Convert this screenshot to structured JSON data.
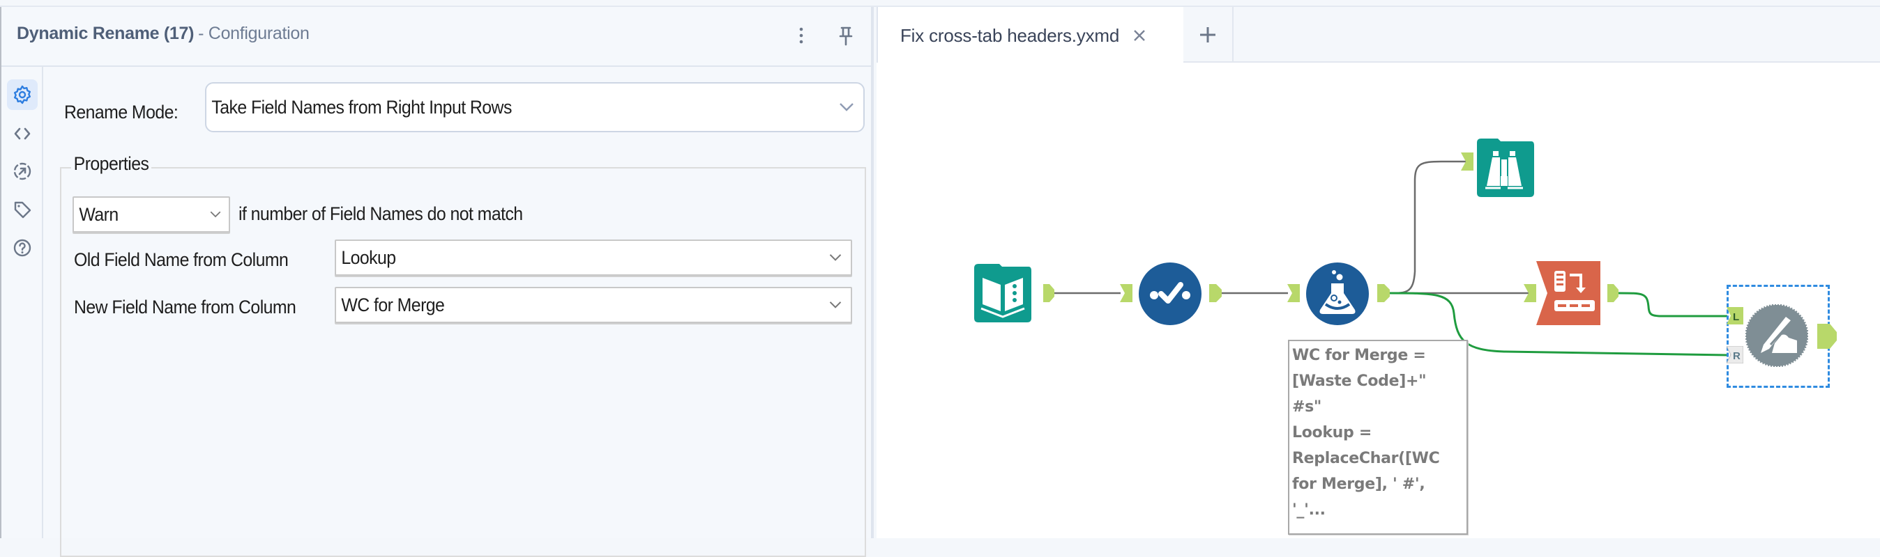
{
  "config_panel": {
    "tool_name": "Dynamic Rename (17)",
    "subtitle": "- Configuration",
    "header_actions": [
      {
        "name": "more-options",
        "icon": "kebab-vertical-icon"
      },
      {
        "name": "pin",
        "icon": "pin-icon"
      }
    ],
    "side_rail": [
      {
        "name": "configuration",
        "icon": "gear-icon",
        "active": true
      },
      {
        "name": "xml-view",
        "icon": "code-brackets-icon",
        "active": false
      },
      {
        "name": "output-connections",
        "icon": "arrow-circle-icon",
        "active": false
      },
      {
        "name": "annotation",
        "icon": "tag-icon",
        "active": false
      },
      {
        "name": "help",
        "icon": "question-circle-icon",
        "active": false
      }
    ],
    "rename_mode": {
      "label": "Rename Mode:",
      "value": "Take Field Names from Right Input Rows"
    },
    "properties": {
      "legend": "Properties",
      "mismatch_action": {
        "value": "Warn",
        "suffix_label": "if number of Field Names do not match"
      },
      "old_field": {
        "label": "Old Field Name from Column",
        "value": "Lookup"
      },
      "new_field": {
        "label": "New Field Name from Column",
        "value": "WC for Merge"
      }
    }
  },
  "tabs": {
    "items": [
      {
        "label": "Fix cross-tab headers.yxmd",
        "active": true,
        "closable": true
      }
    ],
    "add_label": "+"
  },
  "canvas": {
    "tools": [
      {
        "id": "input",
        "name": "Input Data",
        "icon": "book-icon",
        "color": "#0f9b8e"
      },
      {
        "id": "select",
        "name": "Select",
        "icon": "check-dots-icon",
        "color": "#1d5c98"
      },
      {
        "id": "formula",
        "name": "Formula",
        "icon": "flask-icon",
        "color": "#1d5c98"
      },
      {
        "id": "browse",
        "name": "Browse",
        "icon": "binoculars-icon",
        "color": "#0f9b8e"
      },
      {
        "id": "transpose",
        "name": "Cross Tab",
        "icon": "transpose-icon",
        "color": "#d9654a"
      },
      {
        "id": "dynamic_rename",
        "name": "Dynamic Rename",
        "icon": "pen-badge-icon",
        "color": "#7f8e95",
        "selected": true
      }
    ],
    "anchors": {
      "left_label": "L",
      "right_label": "R"
    },
    "annotation": {
      "text": "WC for Merge =\n[Waste Code]+\"\n#s\"\nLookup =\nReplaceChar([WC\nfor Merge], ' #',\n'_'..."
    },
    "colors": {
      "anchor": "#b8d86a",
      "wire_default": "#6b6b6b",
      "wire_active": "#1f9c3f",
      "selection": "#2f8be0"
    }
  }
}
